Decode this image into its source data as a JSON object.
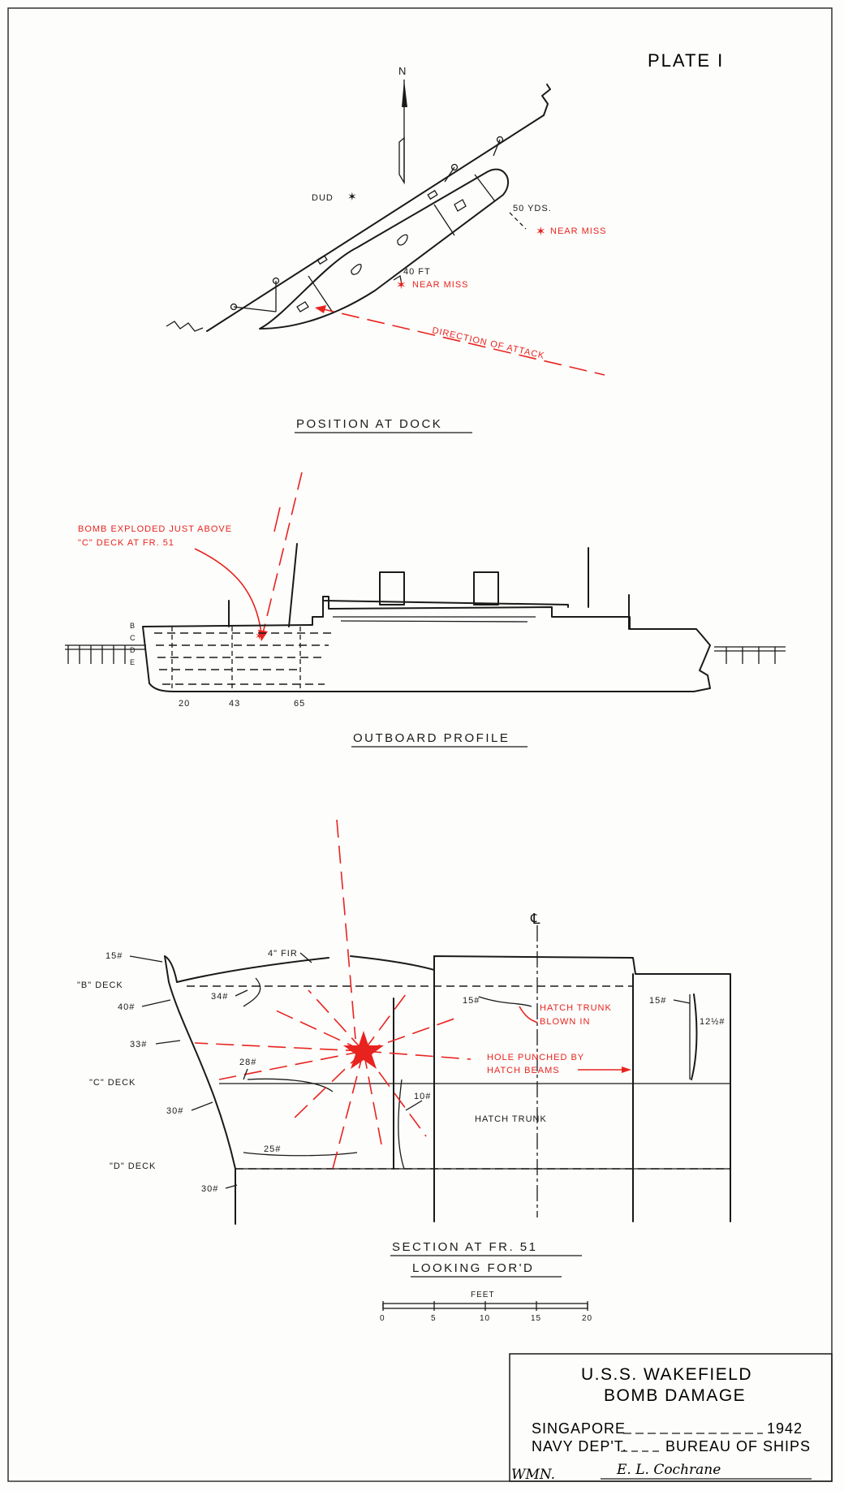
{
  "plate_label": "PLATE I",
  "north_label": "N",
  "dock": {
    "caption": "POSITION AT DOCK",
    "dud": "DUD",
    "distance_yds": "50 YDS.",
    "distance_ft": "40 FT",
    "near_miss": "NEAR MISS",
    "direction": "DIRECTION OF ATTACK"
  },
  "profile": {
    "caption": "OUTBOARD PROFILE",
    "note_line1": "BOMB EXPLODED JUST ABOVE",
    "note_line2": "\"C\" DECK AT FR. 51",
    "deck_letters": [
      "B",
      "C",
      "D",
      "E"
    ],
    "frames": [
      "20",
      "43",
      "65"
    ]
  },
  "section": {
    "caption1": "SECTION AT FR. 51",
    "caption2": "LOOKING FOR'D",
    "centerline": "℄",
    "b_deck": "\"B\" DECK",
    "c_deck": "\"C\" DECK",
    "d_deck": "\"D\" DECK",
    "w15a": "15#",
    "fir": "4\" FIR",
    "w40": "40#",
    "w34": "34#",
    "w33": "33#",
    "w28": "28#",
    "w30a": "30#",
    "w25": "25#",
    "w30b": "30#",
    "w10": "10#",
    "w15b": "15#",
    "w15c": "15#",
    "w12": "12½#",
    "hatch_note1": "HATCH TRUNK",
    "hatch_note2": "BLOWN IN",
    "hole_note1": "HOLE PUNCHED BY",
    "hole_note2": "HATCH BEAMS",
    "hatch_trunk": "HATCH TRUNK"
  },
  "scale": {
    "unit": "FEET",
    "ticks": [
      "0",
      "5",
      "10",
      "15",
      "20"
    ]
  },
  "title_block": {
    "line1": "U.S.S. WAKEFIELD",
    "line2": "BOMB DAMAGE",
    "line3a": "SINGAPORE",
    "line3b": "1942",
    "line4a": "NAVY DEP'T.",
    "line4b": "BUREAU OF SHIPS",
    "initials": "WMN.",
    "signature": "E. L. Cochrane"
  },
  "colors": {
    "ink": "#1a1a1a",
    "damage_red": "#e8231f",
    "paper": "#fdfdfb"
  }
}
